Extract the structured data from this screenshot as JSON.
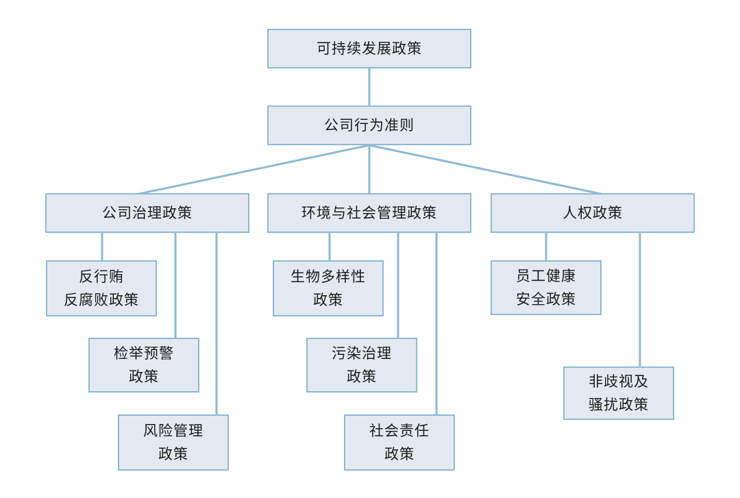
{
  "diagram": {
    "type": "org-tree",
    "colors": {
      "box_fill": "#e4e9f1",
      "box_border": "#8db9d3",
      "connector": "#8db9d3",
      "text": "#1c1c1c"
    },
    "nodes": {
      "root": "可持续发展政策",
      "code": "公司行为准则",
      "governance": "公司治理政策",
      "env_social": "环境与社会管理政策",
      "human_rights": "人权政策",
      "anti_bribery": "反行贿\n反腐败政策",
      "whistleblowing": "检举预警\n政策",
      "risk": "风险管理\n政策",
      "biodiversity": "生物多样性\n政策",
      "pollution": "污染治理\n政策",
      "social_resp": "社会责任\n政策",
      "health_safety": "员工健康\n安全政策",
      "anti_discrimination": "非歧视及\n骚扰政策"
    },
    "edges": [
      [
        "root",
        "code"
      ],
      [
        "code",
        "governance"
      ],
      [
        "code",
        "env_social"
      ],
      [
        "code",
        "human_rights"
      ],
      [
        "governance",
        "anti_bribery"
      ],
      [
        "governance",
        "whistleblowing"
      ],
      [
        "governance",
        "risk"
      ],
      [
        "env_social",
        "biodiversity"
      ],
      [
        "env_social",
        "pollution"
      ],
      [
        "env_social",
        "social_resp"
      ],
      [
        "human_rights",
        "health_safety"
      ],
      [
        "human_rights",
        "anti_discrimination"
      ]
    ]
  }
}
